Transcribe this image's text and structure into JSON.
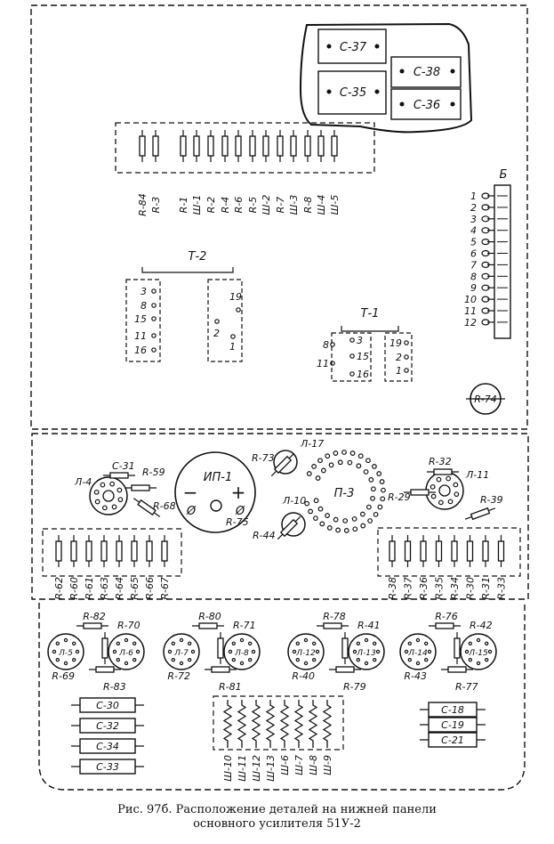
{
  "caption": {
    "line1": "Рис. 97б. Расположение деталей на нижней панели",
    "line2": "основного усилителя 51У-2"
  },
  "top_panel": {
    "capacitors": [
      "С-37",
      "С-38",
      "С-35",
      "С-36"
    ],
    "resistor_strip": [
      "R-84",
      "R-3",
      "R-1",
      "Ш-1",
      "R-2",
      "R-4",
      "R-6",
      "R-5",
      "Ш-2",
      "R-7",
      "Ш-3",
      "R-8",
      "Ш-4",
      "Ш-5"
    ],
    "block_b": {
      "title": "Б",
      "pins": [
        "1",
        "2",
        "3",
        "4",
        "5",
        "6",
        "7",
        "8",
        "9",
        "10",
        "11",
        "12"
      ]
    },
    "t2": {
      "title": "Т-2",
      "left_pins": [
        "3",
        "8",
        "15",
        "11",
        "16"
      ],
      "right_pins": [
        "19",
        "2",
        "1"
      ]
    },
    "t1": {
      "title": "Т-1",
      "left_pins": [
        "8",
        "11"
      ],
      "mid_pins": [
        "3",
        "15",
        "16"
      ],
      "right_pins": [
        "19",
        "2",
        "1"
      ]
    },
    "r74": "R-74"
  },
  "middle_panel": {
    "left_tube": {
      "lamp": "Л-4",
      "cap": "С-31",
      "r_a": "R-59",
      "r_b": "R-68"
    },
    "ip1": {
      "title": "ИП-1",
      "minus": "−",
      "plus": "+",
      "zero_left": "Ø",
      "zero_right": "Ø",
      "r": "R-75"
    },
    "lamps_center": {
      "r73": "R-73",
      "l17": "Л-17",
      "l10": "Л-10",
      "r44": "R-44",
      "p3": "П-3"
    },
    "right_tube": {
      "r32": "R-32",
      "l11": "Л-11",
      "r29": "R-29",
      "r39": "R-39"
    },
    "left_strip": [
      "R-62",
      "R-60",
      "R-61",
      "R-63",
      "R-64",
      "R-65",
      "R-66",
      "R-67"
    ],
    "right_strip": [
      "R-38",
      "R-37",
      "R-36",
      "R-35",
      "R-34",
      "R-30",
      "R-31",
      "R-33"
    ]
  },
  "bottom_panel": {
    "groups": [
      {
        "top": "R-82",
        "top2": "R-70",
        "lamp_l": "Л-5",
        "lamp_r": "Л-6",
        "bl": "R-69",
        "br": "R-83"
      },
      {
        "top": "R-80",
        "top2": "R-71",
        "lamp_l": "Л-7",
        "lamp_r": "Л-8",
        "bl": "R-72",
        "br": "R-81"
      },
      {
        "top": "R-78",
        "top2": "R-41",
        "lamp_l": "Л-12",
        "lamp_r": "Л-13",
        "bl": "R-40",
        "br": "R-79"
      },
      {
        "top": "R-76",
        "top2": "R-42",
        "lamp_l": "Л-14",
        "lamp_r": "Л-15",
        "bl": "R-43",
        "br": "R-77"
      }
    ],
    "left_caps": [
      "С-30",
      "С-32",
      "С-34",
      "С-33"
    ],
    "right_caps": [
      "С-18",
      "С-19",
      "С-21"
    ],
    "shunts": [
      "Ш-10",
      "Ш-11",
      "Ш-12",
      "Ш-13",
      "Ш-6",
      "Ш-7",
      "Ш-8",
      "Ш-9"
    ]
  }
}
